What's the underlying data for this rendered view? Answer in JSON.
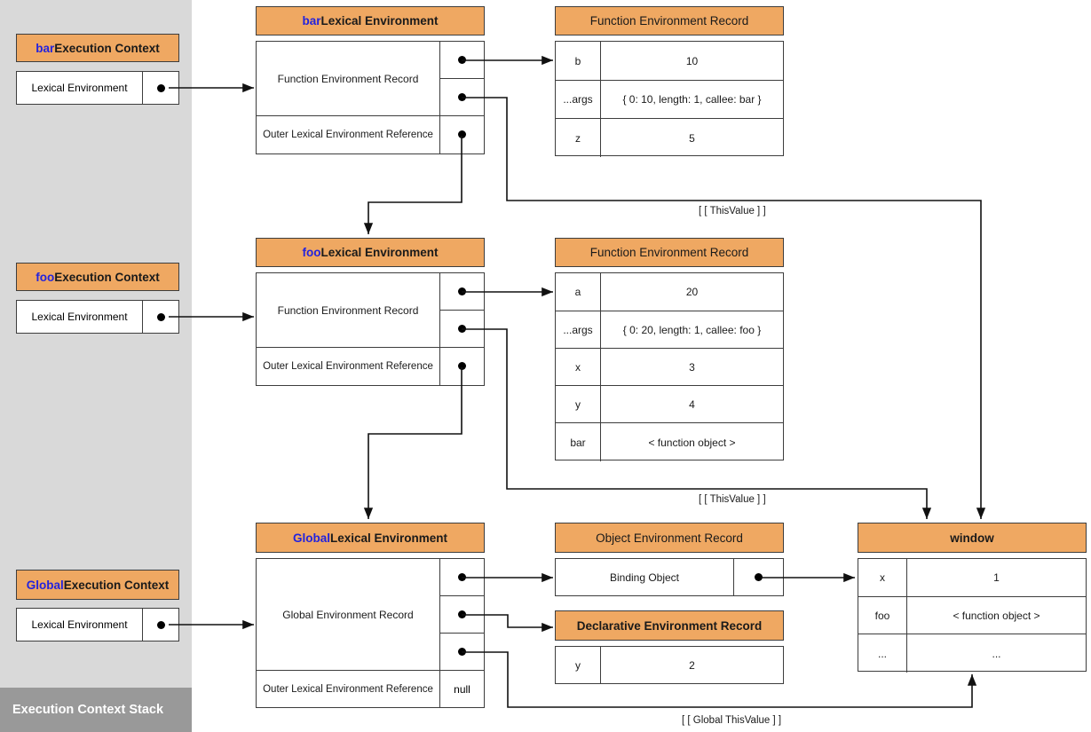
{
  "stack": {
    "label": "Execution Context Stack",
    "contexts": [
      {
        "name": "bar",
        "suffix": " Execution Context",
        "field": "Lexical Environment"
      },
      {
        "name": "foo",
        "suffix": " Execution Context",
        "field": "Lexical Environment"
      },
      {
        "name": "Global",
        "suffix": " Execution Context",
        "field": "Lexical Environment"
      }
    ]
  },
  "lexical_environments": [
    {
      "name": "bar",
      "suffix": " Lexical Environment",
      "record_label": "Function Environment Record",
      "outer_label": "Outer Lexical Environment Reference",
      "outer_value": ""
    },
    {
      "name": "foo",
      "suffix": " Lexical Environment",
      "record_label": "Function Environment Record",
      "outer_label": "Outer Lexical Environment Reference",
      "outer_value": ""
    },
    {
      "name": "Global",
      "suffix": " Lexical Environment",
      "record_label": "Global Environment Record",
      "outer_label": "Outer Lexical Environment Reference",
      "outer_value": "null"
    }
  ],
  "records": {
    "bar_fer": {
      "title": "Function Environment Record",
      "rows": [
        {
          "key": "b",
          "value": "10"
        },
        {
          "key": "...args",
          "value": "{ 0: 10, length: 1, callee: bar }"
        },
        {
          "key": "z",
          "value": "5"
        }
      ]
    },
    "foo_fer": {
      "title": "Function Environment Record",
      "rows": [
        {
          "key": "a",
          "value": "20"
        },
        {
          "key": "...args",
          "value": "{ 0: 20, length: 1, callee: foo }"
        },
        {
          "key": "x",
          "value": "3"
        },
        {
          "key": "y",
          "value": "4"
        },
        {
          "key": "bar",
          "value": "< function object >"
        }
      ]
    },
    "object_env": {
      "title": "Object Environment Record",
      "binding_label": "Binding Object"
    },
    "declarative_env": {
      "title": "Declarative Environment Record",
      "rows": [
        {
          "key": "y",
          "value": "2"
        }
      ]
    },
    "window": {
      "title": "window",
      "rows": [
        {
          "key": "x",
          "value": "1"
        },
        {
          "key": "foo",
          "value": "< function object >"
        },
        {
          "key": "...",
          "value": "..."
        }
      ]
    }
  },
  "edge_labels": {
    "bar_this": "[ [ ThisValue ] ]",
    "foo_this": "[ [ ThisValue ] ]",
    "global_this": "[ [ Global ThisValue ] ]"
  },
  "colors": {
    "header_orange": "#efa862",
    "stack_bg": "#d9d9d9",
    "stack_label_bg": "#999999",
    "keyword_blue": "#2323dd",
    "border": "#3d3d3d"
  }
}
